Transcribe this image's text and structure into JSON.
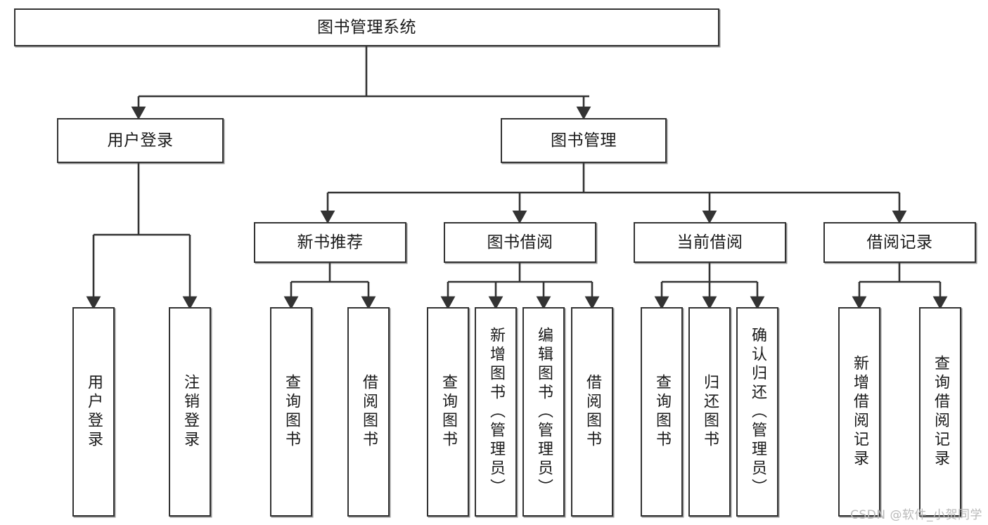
{
  "diagram": {
    "title": "图书管理系统",
    "type": "tree-hierarchy",
    "watermark": "CSDN @软件_小贺同学",
    "root": {
      "id": "root",
      "label": "图书管理系统",
      "orientation": "horizontal"
    },
    "level2": [
      {
        "id": "user-login",
        "label": "用户登录",
        "orientation": "horizontal"
      },
      {
        "id": "book-manage",
        "label": "图书管理",
        "orientation": "horizontal"
      }
    ],
    "level3": [
      {
        "id": "new-book-recommend",
        "label": "新书推荐",
        "orientation": "horizontal",
        "parent": "book-manage"
      },
      {
        "id": "book-borrow",
        "label": "图书借阅",
        "orientation": "horizontal",
        "parent": "book-manage"
      },
      {
        "id": "current-borrow",
        "label": "当前借阅",
        "orientation": "horizontal",
        "parent": "book-manage"
      },
      {
        "id": "borrow-record",
        "label": "借阅记录",
        "orientation": "horizontal",
        "parent": "book-manage"
      }
    ],
    "leaves": [
      {
        "id": "leaf-user-login",
        "label": "用户登录",
        "orientation": "vertical",
        "parent": "user-login"
      },
      {
        "id": "leaf-logout-login",
        "label": "注销登录",
        "orientation": "vertical",
        "parent": "user-login"
      },
      {
        "id": "leaf-query-book-1",
        "label": "查询图书",
        "orientation": "vertical",
        "parent": "new-book-recommend"
      },
      {
        "id": "leaf-borrow-book-1",
        "label": "借阅图书",
        "orientation": "vertical",
        "parent": "new-book-recommend"
      },
      {
        "id": "leaf-query-book-2",
        "label": "查询图书",
        "orientation": "vertical",
        "parent": "book-borrow"
      },
      {
        "id": "leaf-add-book",
        "label": "新增图书（管理员）",
        "orientation": "vertical",
        "parent": "book-borrow"
      },
      {
        "id": "leaf-edit-book",
        "label": "编辑图书（管理员）",
        "orientation": "vertical",
        "parent": "book-borrow"
      },
      {
        "id": "leaf-borrow-book-2",
        "label": "借阅图书",
        "orientation": "vertical",
        "parent": "book-borrow"
      },
      {
        "id": "leaf-query-book-3",
        "label": "查询图书",
        "orientation": "vertical",
        "parent": "current-borrow"
      },
      {
        "id": "leaf-return-book",
        "label": "归还图书",
        "orientation": "vertical",
        "parent": "current-borrow"
      },
      {
        "id": "leaf-confirm-return",
        "label": "确认归还（管理员）",
        "orientation": "vertical",
        "parent": "current-borrow"
      },
      {
        "id": "leaf-add-record",
        "label": "新增借阅记录",
        "orientation": "vertical",
        "parent": "borrow-record"
      },
      {
        "id": "leaf-query-record",
        "label": "查询借阅记录",
        "orientation": "vertical",
        "parent": "borrow-record"
      }
    ],
    "colors": {
      "stroke": "#333333",
      "fill": "#ffffff",
      "text": "#1a1a1a",
      "watermark": "#b9b9b9"
    }
  }
}
